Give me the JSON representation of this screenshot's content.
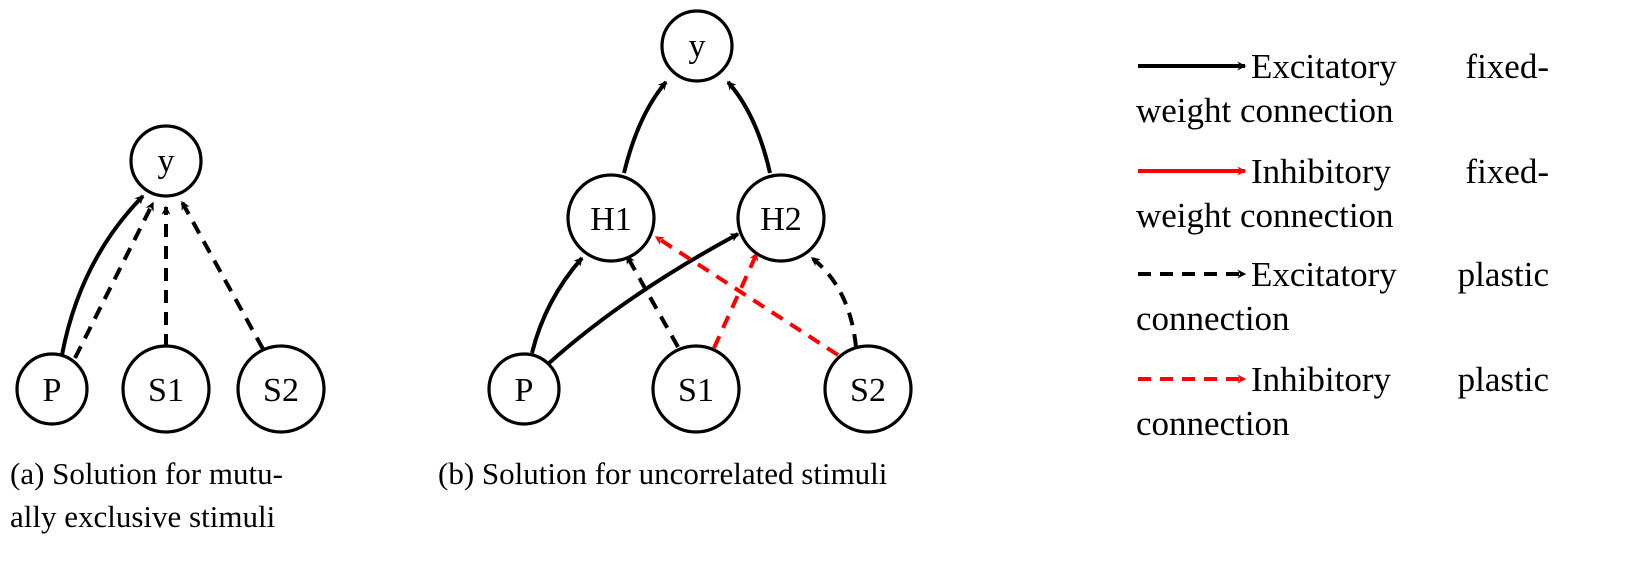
{
  "colors": {
    "excitatory": "#000000",
    "inhibitory": "#ff0000"
  },
  "diagram_a": {
    "caption_line1": "(a) Solution for mutu-",
    "caption_line2": "ally exclusive stimuli",
    "nodes": {
      "y": "y",
      "P": "P",
      "S1": "S1",
      "S2": "S2"
    }
  },
  "diagram_b": {
    "caption": "(b) Solution for uncorrelated stimuli",
    "nodes": {
      "y": "y",
      "H1": "H1",
      "H2": "H2",
      "P": "P",
      "S1": "S1",
      "S2": "S2"
    }
  },
  "legend": {
    "items": [
      {
        "line1_word": "Excitatory",
        "line1_end": "fixed-",
        "line2": "weight connection",
        "color": "#000000",
        "style": "solid"
      },
      {
        "line1_word": "Inhibitory",
        "line1_end": "fixed-",
        "line2": "weight connection",
        "color": "#ff0000",
        "style": "solid"
      },
      {
        "line1_word": "Excitatory",
        "line1_end": "plastic",
        "line2": "connection",
        "color": "#000000",
        "style": "dashed"
      },
      {
        "line1_word": "Inhibitory",
        "line1_end": "plastic",
        "line2": "connection",
        "color": "#ff0000",
        "style": "dashed"
      }
    ]
  }
}
